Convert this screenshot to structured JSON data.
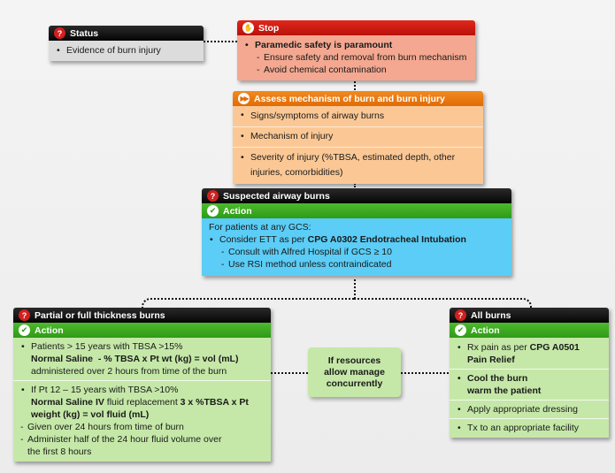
{
  "status": {
    "title": "Status",
    "items": [
      "Evidence of burn injury"
    ]
  },
  "stop": {
    "title": "Stop",
    "main": "Paramedic safety is paramount",
    "subitems": [
      "Ensure safety and removal from burn mechanism",
      "Avoid chemical contamination"
    ]
  },
  "assess": {
    "title": "Assess mechanism of burn and burn injury",
    "items": [
      "Signs/symptoms of airway burns",
      "Mechanism of injury",
      "Severity of injury (%TBSA, estimated depth, other injuries, comorbidities)"
    ]
  },
  "airway": {
    "title": "Suspected airway burns",
    "action_label": "Action",
    "intro": "For patients at any GCS:",
    "item_prefix": "Consider ETT as per ",
    "item_bold": "CPG A0302 Endotracheal Intubation",
    "subitems": [
      "Consult with Alfred Hospital if GCS ≥ 10",
      "Use RSI method unless contraindicated"
    ]
  },
  "partial": {
    "title": "Partial or full thickness burns",
    "action_label": "Action",
    "item1_line1": "Patients > 15 years with TBSA >15%",
    "item1_bold": "Normal Saline  - % TBSA x Pt wt (kg) = vol (mL)",
    "item1_line3": "administered over 2 hours from time of the burn",
    "item2_line1": "If Pt 12 – 15 years with TBSA >10%",
    "item2_bold_a": "Normal Saline IV",
    "item2_text_b": " fluid replacement ",
    "item2_bold_c": "3 x %TBSA x Pt",
    "item2_bold_d": "weight (kg) = vol fluid (mL)",
    "item2_sub1": "Given over 24 hours from time of burn",
    "item2_sub2_line1": "Administer half of the 24 hour fluid volume over",
    "item2_sub2_line2": "the first 8 hours"
  },
  "center": {
    "line1": "If resources",
    "line2": "allow manage",
    "line3": "concurrently"
  },
  "allburns": {
    "title": "All burns",
    "action_label": "Action",
    "item1_prefix": "Rx pain as per ",
    "item1_bold1": "CPG A0501",
    "item1_bold2": "Pain Relief",
    "item2_line1": "Cool the burn",
    "item2_line2": "warm the patient",
    "item3": "Apply appropriate dressing",
    "item4": "Tx to an appropriate facility"
  }
}
